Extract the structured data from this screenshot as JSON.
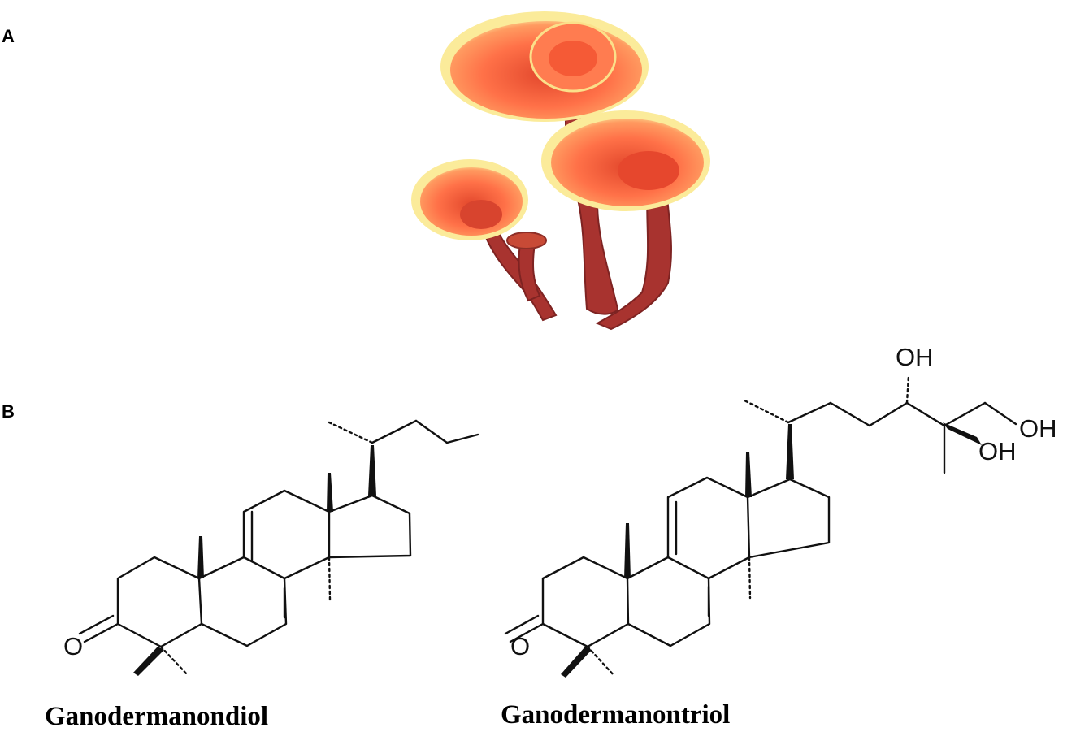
{
  "panels": {
    "a": "A",
    "b": "B"
  },
  "compounds": [
    {
      "name": "Ganodermanondiol",
      "atoms": {
        "o": "O"
      }
    },
    {
      "name": "Ganodermanontriol",
      "atoms": {
        "o": "O",
        "oh1": "OH",
        "oh2": "OH",
        "oh3": "OH"
      }
    }
  ],
  "colors": {
    "cap": "#ff6d44",
    "rim": "#fbeb9a",
    "stem": "#a8332f",
    "ink": "#111111"
  }
}
